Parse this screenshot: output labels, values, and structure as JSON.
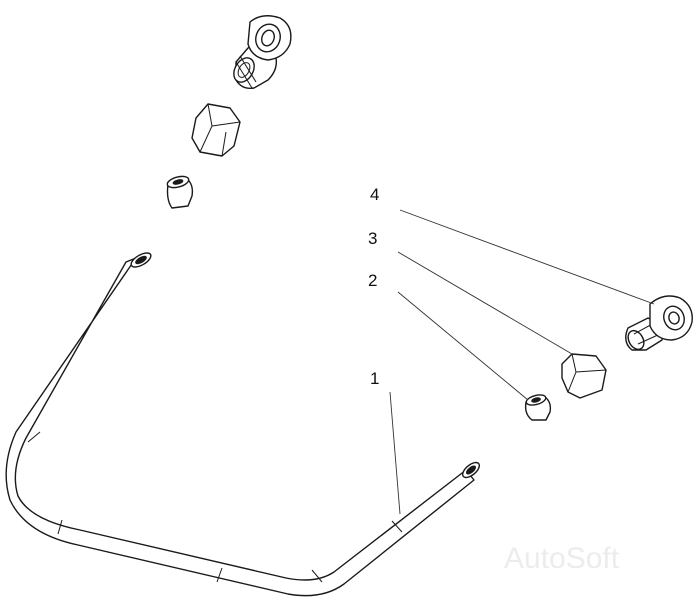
{
  "callouts": [
    {
      "id": "1",
      "label": "1"
    },
    {
      "id": "2",
      "label": "2"
    },
    {
      "id": "3",
      "label": "3"
    },
    {
      "id": "4",
      "label": "4"
    }
  ],
  "watermark": "AutoSoft",
  "colors": {
    "background": "#ffffff",
    "line": "#1a1a1a",
    "watermark": "#ececec"
  }
}
